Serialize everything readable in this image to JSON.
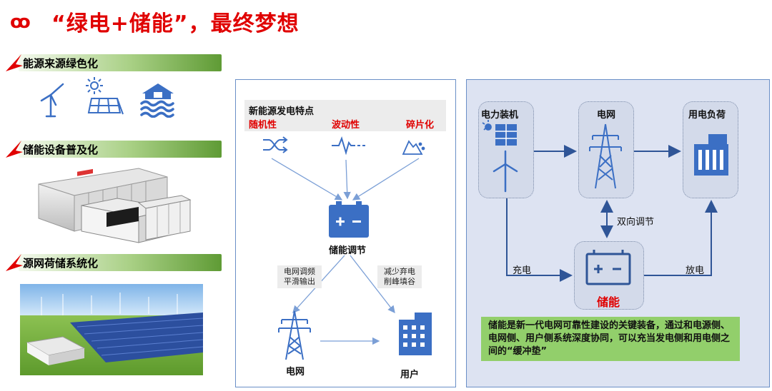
{
  "title": {
    "bullet": "ꝏ",
    "text": "“绿电+储能”，最终梦想"
  },
  "sections": [
    {
      "label": "能源来源绿色化"
    },
    {
      "label": "储能设备普及化"
    },
    {
      "label": "源网荷储系统化"
    }
  ],
  "left_panel": {
    "feature_heading": "新能源发电特点",
    "features": [
      "随机性",
      "波动性",
      "碎片化"
    ],
    "storage_label": "储能调节",
    "note_left": [
      "电网调频",
      "平滑输出"
    ],
    "note_right": [
      "减少弃电",
      "削峰填谷"
    ],
    "grid_label": "电网",
    "user_label": "用户"
  },
  "right_panel": {
    "power_label": "电力装机",
    "grid_label": "电网",
    "load_label": "用电负荷",
    "bidirectional_label": "双向调节",
    "charge_label": "充电",
    "discharge_label": "放电",
    "storage_label": "储能",
    "note": "储能是新一代电网可靠性建设的关键装备，通过和电源侧、电网侧、用户侧系统深度协同，可以充当发电侧和用电侧之间的“缓冲垫”"
  },
  "colors": {
    "title_red": "#e00000",
    "icon_blue": "#3b6fc4",
    "arrow_blue": "#2f5597",
    "green_note": "#92cf6b"
  }
}
